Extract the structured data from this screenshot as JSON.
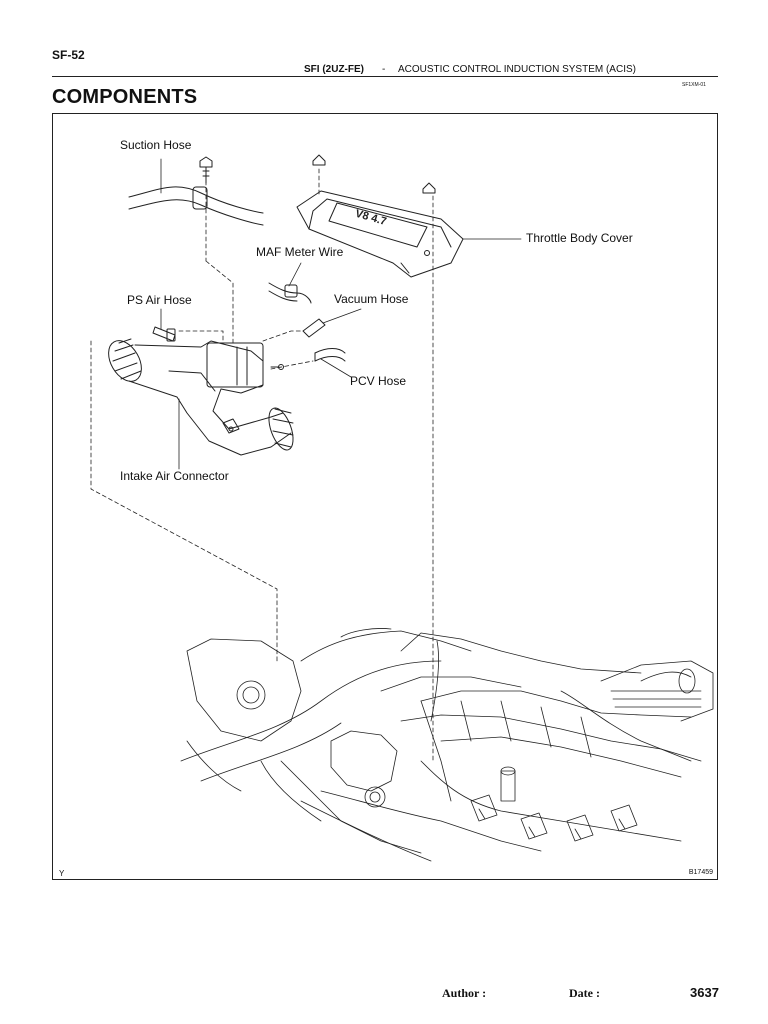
{
  "header": {
    "page_code": "SF-52",
    "section": "SFI (2UZ-FE)",
    "separator": "-",
    "system": "ACOUSTIC CONTROL INDUCTION SYSTEM (ACIS)",
    "doc_id": "SF1XM-01"
  },
  "title": "COMPONENTS",
  "figure": {
    "labels": {
      "suction_hose": "Suction Hose",
      "throttle_body_cover": "Throttle Body Cover",
      "maf_meter_wire": "MAF Meter Wire",
      "ps_air_hose": "PS Air Hose",
      "vacuum_hose": "Vacuum Hose",
      "pcv_hose": "PCV Hose",
      "intake_air_connector": "Intake Air Connector"
    },
    "cover_marking": "V8 4.7",
    "corner_mark": "Y",
    "figure_id": "B17459"
  },
  "footer": {
    "author_label": "Author :",
    "date_label": "Date :",
    "page_number": "3637"
  }
}
